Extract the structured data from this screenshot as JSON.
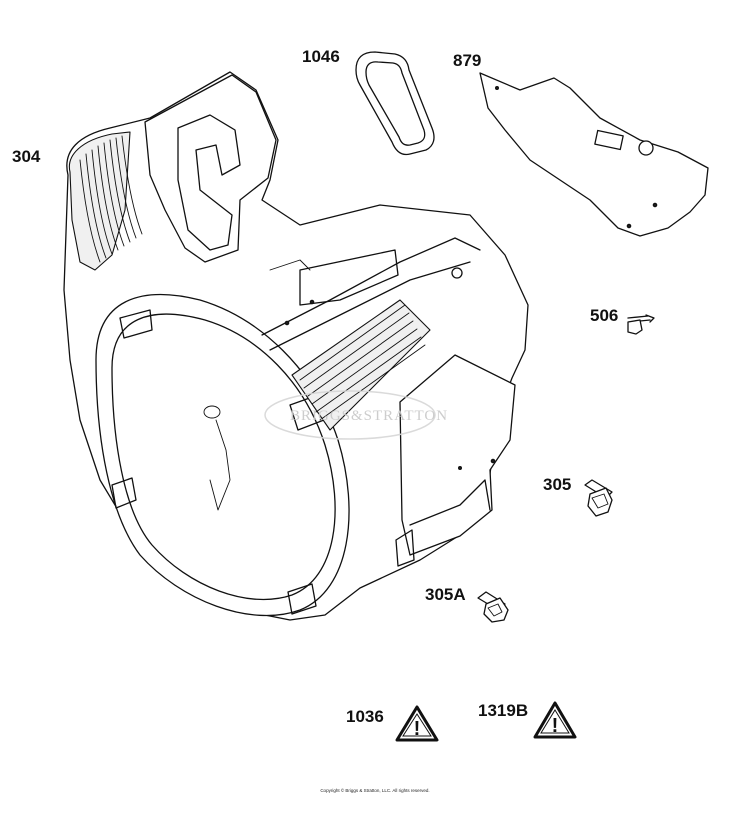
{
  "parts": [
    {
      "id": "304",
      "label": "304"
    },
    {
      "id": "1046",
      "label": "1046"
    },
    {
      "id": "879",
      "label": "879"
    },
    {
      "id": "506",
      "label": "506"
    },
    {
      "id": "305",
      "label": "305"
    },
    {
      "id": "305A",
      "label": "305A"
    },
    {
      "id": "1036",
      "label": "1036"
    },
    {
      "id": "1319B",
      "label": "1319B"
    }
  ],
  "warning_icon": {
    "glyph": "!",
    "icon": "warning-triangle-icon"
  },
  "watermark": {
    "text": "BRIGGS&STRATTON"
  },
  "footer": {
    "copyright": "Copyright © Briggs & Stratton, LLC. All rights reserved."
  }
}
